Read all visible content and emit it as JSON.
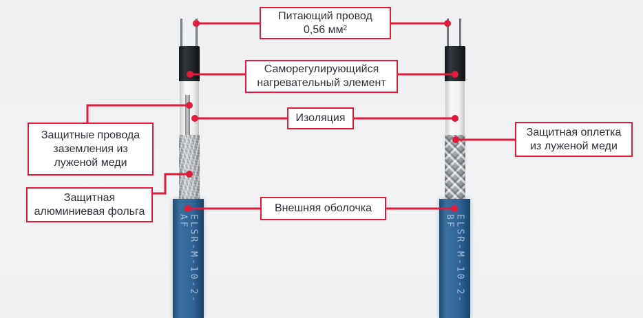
{
  "diagram": {
    "colors": {
      "background": "#eef0f2",
      "accent_red": "#e01b3d",
      "sheath_blue": "#2f6496",
      "label_text": "#2d3138",
      "marking_text": "#9cbcdc"
    },
    "labels": {
      "power_wire": "Питающий провод\n0,56 мм²",
      "heating_element": "Саморегулирующийся\nнагревательный элемент",
      "insulation": "Изоляция",
      "ground_wires": "Защитные провода\nзаземления из\nлуженой меди",
      "foil": "Защитная\nалюминиевая фольга",
      "braid": "Защитная оплетка\nиз луженой меди",
      "sheath": "Внешняя оболочка"
    },
    "cables": {
      "left": {
        "marking": "ELSR-M-10-2-AF"
      },
      "right": {
        "marking": "ELSR-M-10-2-BF"
      }
    }
  }
}
